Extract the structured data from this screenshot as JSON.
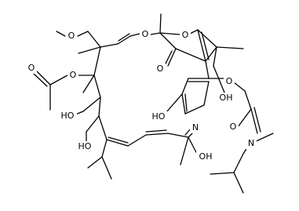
{
  "molecule": {
    "atom_labels": {
      "o_methoxy": "O",
      "o_ring_left": "O",
      "o_furan": "O",
      "o_ketone": "O",
      "o_acetate_carbonyl": "O",
      "o_acetate_ester": "O",
      "ho_1": "HO",
      "ho_2": "HO",
      "ho_3": "HO",
      "oh_1": "OH",
      "oh_2": "OH",
      "o_ether": "O",
      "n_imine": "N",
      "o_amide": "O",
      "n_amide": "N"
    }
  }
}
